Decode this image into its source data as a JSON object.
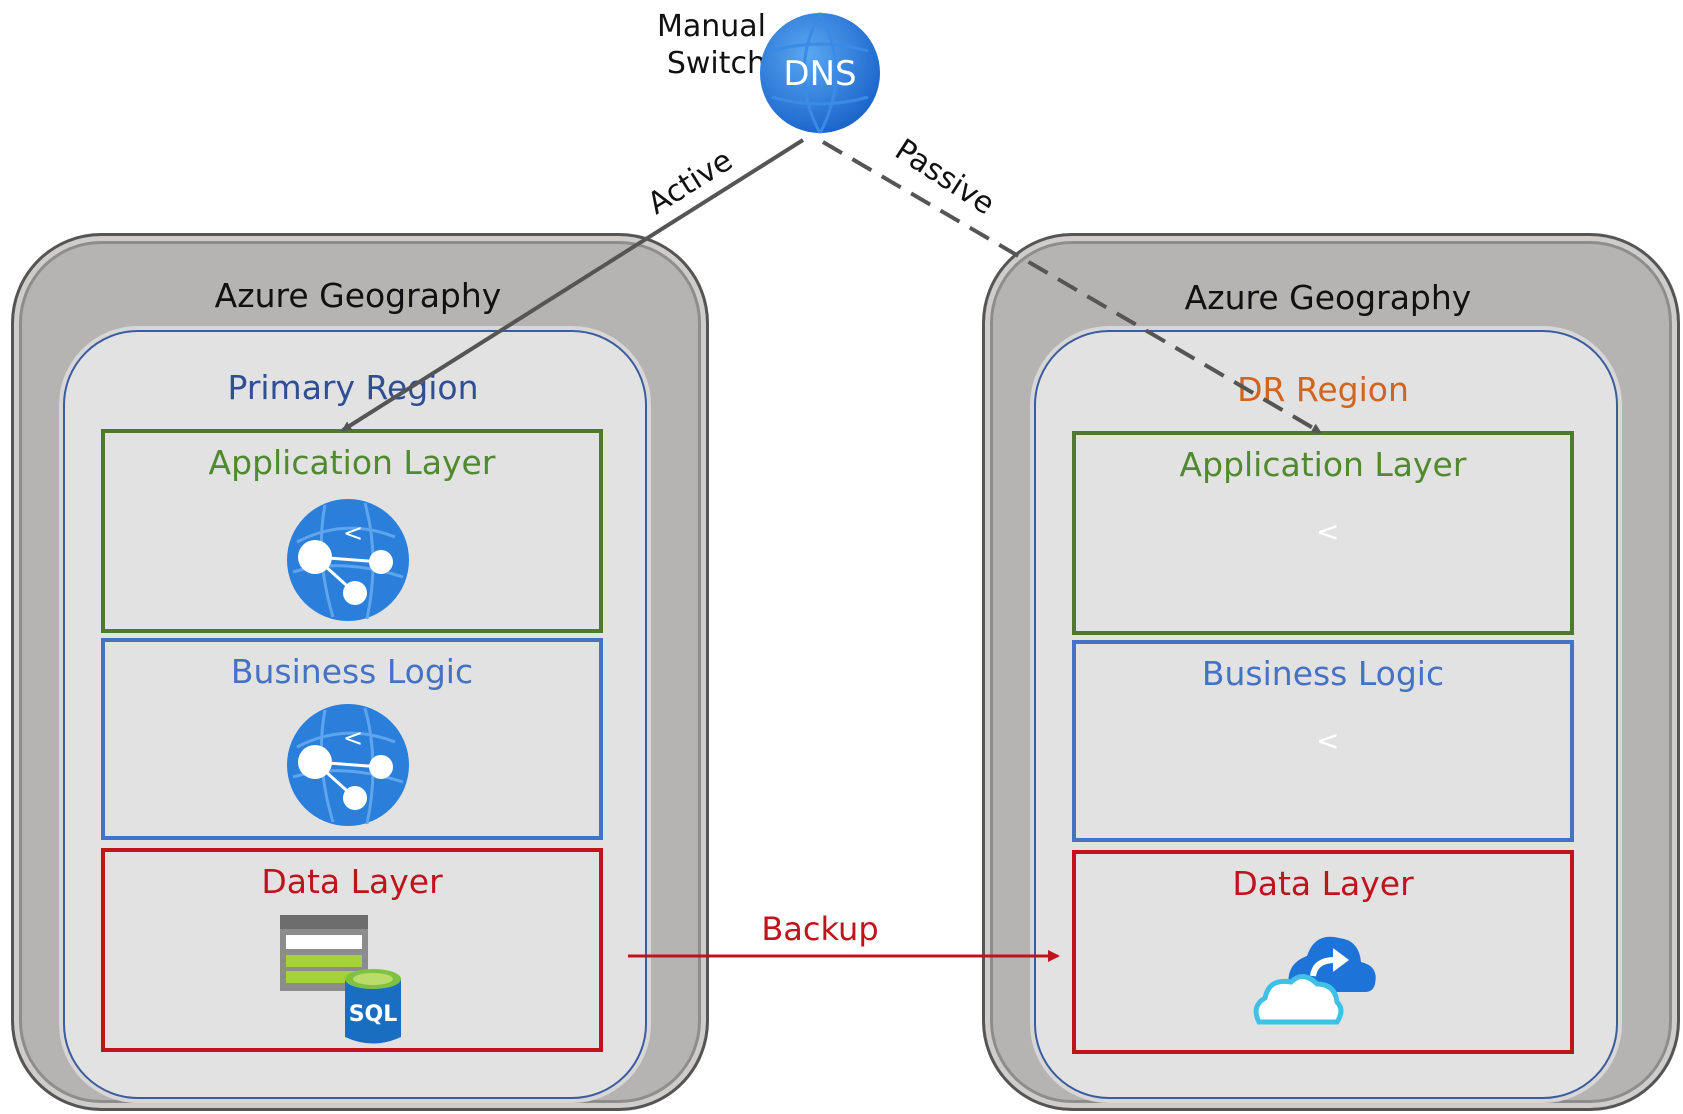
{
  "dns": {
    "manual_label_line1": "Manual",
    "manual_label_line2": "Switch",
    "icon_text": "DNS",
    "active_label": "Active",
    "passive_label": "Passive"
  },
  "primary": {
    "geography_title": "Azure Geography",
    "region_title": "Primary Region",
    "application_layer": "Application Layer",
    "business_logic": "Business Logic",
    "data_layer": "Data Layer",
    "sql_label": "SQL"
  },
  "dr": {
    "geography_title": "Azure Geography",
    "region_title": "DR Region",
    "application_layer": "Application Layer",
    "business_logic": "Business Logic",
    "data_layer": "Data Layer",
    "app_placeholder": "<",
    "biz_placeholder": "<"
  },
  "backup_label": "Backup",
  "colors": {
    "app": "#4f8a2e",
    "business": "#4472c4",
    "data": "#c0141c",
    "primary_region": "#3a5d9e",
    "dr_region": "#d0661e",
    "dns_blue": "#1e73d8"
  }
}
